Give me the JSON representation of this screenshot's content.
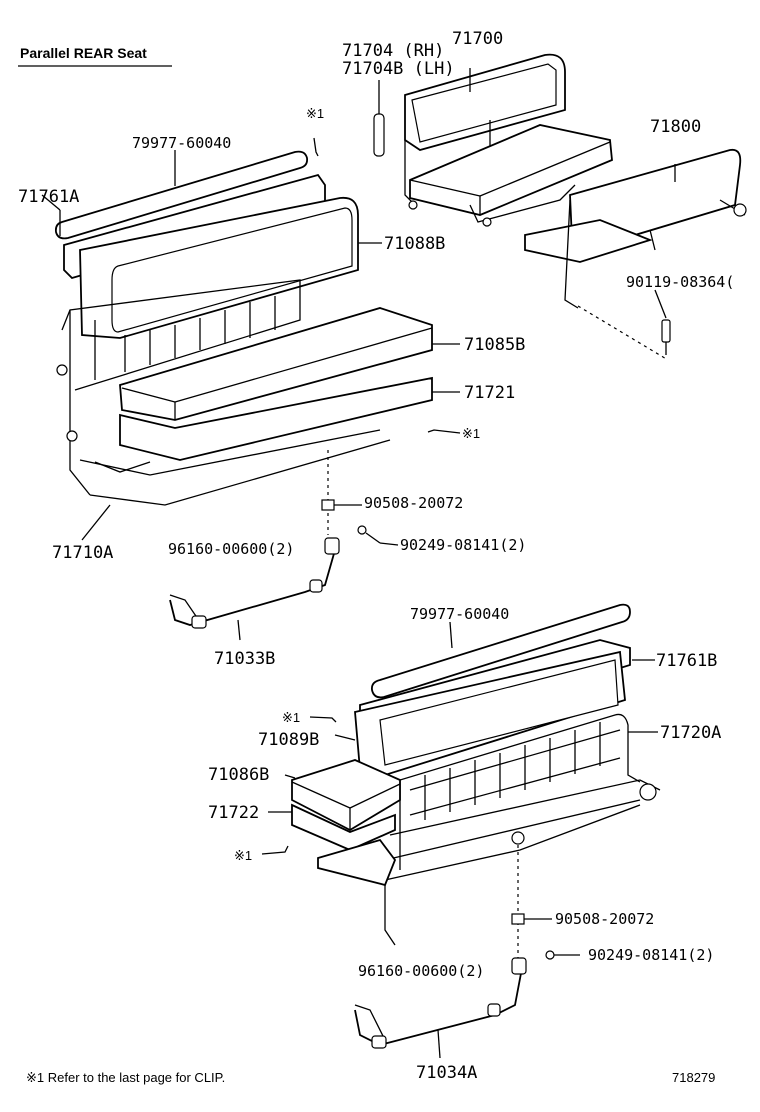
{
  "title": "Parallel REAR Seat",
  "labels": {
    "p71704": "71704 (RH)",
    "p71704b": "71704B (LH)",
    "p71700": "71700",
    "p71800": "71800",
    "p79977_a": "79977-60040",
    "p71761a": "71761A",
    "p71088b": "71088B",
    "p71085b": "71085B",
    "p71721": "71721",
    "p90119": "90119-08364(",
    "p90508_a": "90508-20072",
    "p90249_a": "90249-08141(2)",
    "p96160_a": "96160-00600(2)",
    "p71710a": "71710A",
    "p71033b": "71033B",
    "p79977_b": "79977-60040",
    "p71761b": "71761B",
    "p71720a": "71720A",
    "p71089b": "71089B",
    "p71086b": "71086B",
    "p71722": "71722",
    "p90508_b": "90508-20072",
    "p90249_b": "90249-08141(2)",
    "p96160_b": "96160-00600(2)",
    "p71034a": "71034A",
    "clip_mark_1": "※1",
    "clip_mark_2": "※1",
    "clip_mark_3": "※1",
    "clip_mark_4": "※1"
  },
  "footnote": "※1  Refer to the last page for CLIP.",
  "figure_number": "718279"
}
